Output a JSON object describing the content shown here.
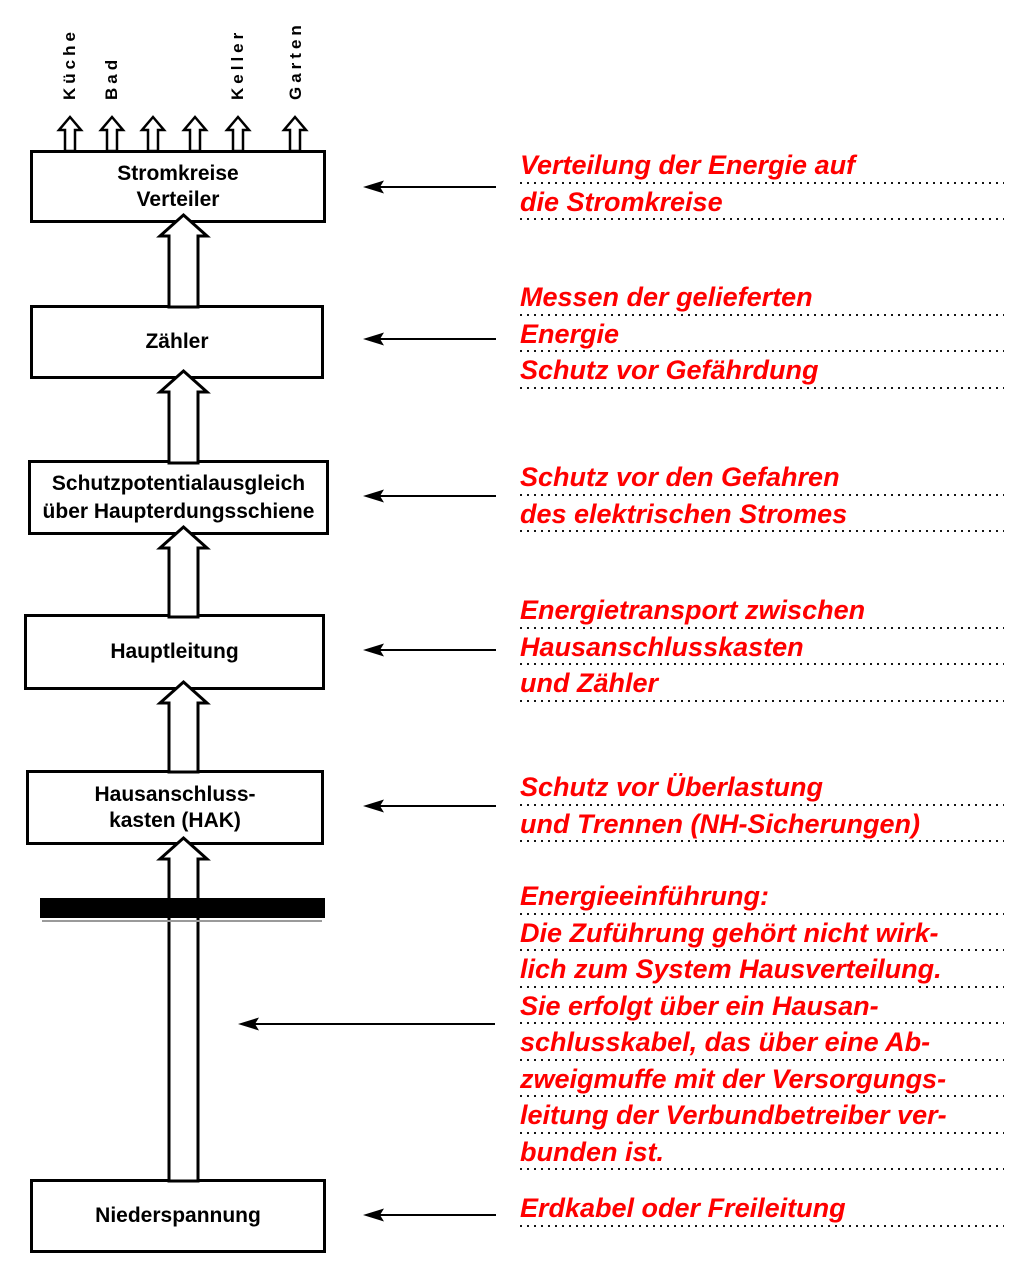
{
  "diagram": {
    "boxes": [
      {
        "id": "stromkreise-verteiler",
        "lines": [
          "Stromkreise",
          "Verteiler"
        ]
      },
      {
        "id": "zaehler",
        "lines": [
          "Zähler"
        ]
      },
      {
        "id": "schutzpotentialausgleich",
        "lines": [
          "Schutzpotentialausgleich",
          "über Haupterdungsschiene"
        ]
      },
      {
        "id": "hauptleitung",
        "lines": [
          "Hauptleitung"
        ]
      },
      {
        "id": "hausanschlusskasten",
        "lines": [
          "Hausanschluss-",
          "kasten (HAK)"
        ]
      },
      {
        "id": "niederspannung",
        "lines": [
          "Niederspannung"
        ]
      }
    ],
    "circuit_labels": [
      "Küche",
      "Bad",
      "Keller",
      "Garten"
    ]
  },
  "annotations": [
    {
      "lines": [
        "Verteilung der Energie auf",
        "die Stromkreise"
      ]
    },
    {
      "lines": [
        "Messen der gelieferten",
        "Energie",
        "Schutz vor Gefährdung"
      ]
    },
    {
      "lines": [
        "Schutz vor den Gefahren",
        "des elektrischen Stromes"
      ]
    },
    {
      "lines": [
        "Energietransport zwischen",
        "Hausanschlusskasten",
        "und Zähler"
      ]
    },
    {
      "lines": [
        "Schutz vor Überlastung",
        "und Trennen (NH-Sicherungen)"
      ]
    },
    {
      "lines": [
        "Energieeinführung:",
        "Die Zuführung gehört nicht wirk-",
        "lich zum System Hausverteilung.",
        "Sie erfolgt über ein Hausan-",
        "schlusskabel, das über eine Ab-",
        "zweigmuffe mit der Versorgungs-",
        "leitung der Verbundbetreiber ver-",
        "bunden ist."
      ]
    },
    {
      "lines": [
        "Erdkabel oder Freileitung"
      ]
    }
  ],
  "colors": {
    "annotation_red": "#ff0000",
    "diagram_black": "#000000",
    "wall_bar": "#000000"
  }
}
